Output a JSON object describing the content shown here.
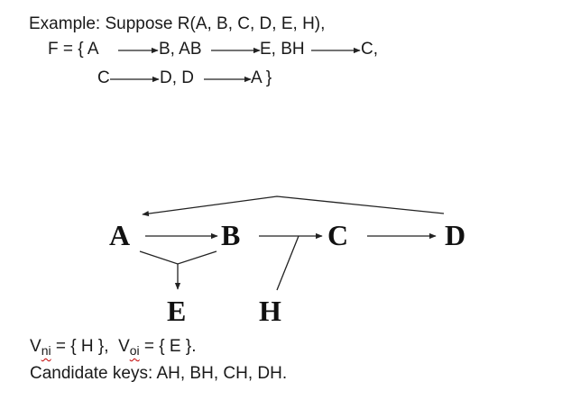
{
  "header": {
    "line1": "Example: Suppose R(A, B, C, D, E, H),",
    "f_open": "F = { A",
    "fd1_rhs": "B, AB",
    "fd2_rhs": "E, BH",
    "fd3_rhs": "C,",
    "line3_lhs": "C",
    "fd4_rhs": "D, D",
    "fd5_rhs": "A }"
  },
  "graph": {
    "nodes": {
      "a": "A",
      "b": "B",
      "c": "C",
      "d": "D",
      "e": "E",
      "h": "H"
    }
  },
  "footer": {
    "vni_prefix": "V",
    "vni_sub": "ni",
    "vni_value": " = { H },  ",
    "voi_prefix": "V",
    "voi_sub": "oi",
    "voi_value": " = { E }.",
    "candidate_keys": "Candidate keys: AH, BH, CH, DH."
  },
  "colors": {
    "text": "#1a1a1a",
    "line": "#222222",
    "spell_underline": "#c00000"
  }
}
